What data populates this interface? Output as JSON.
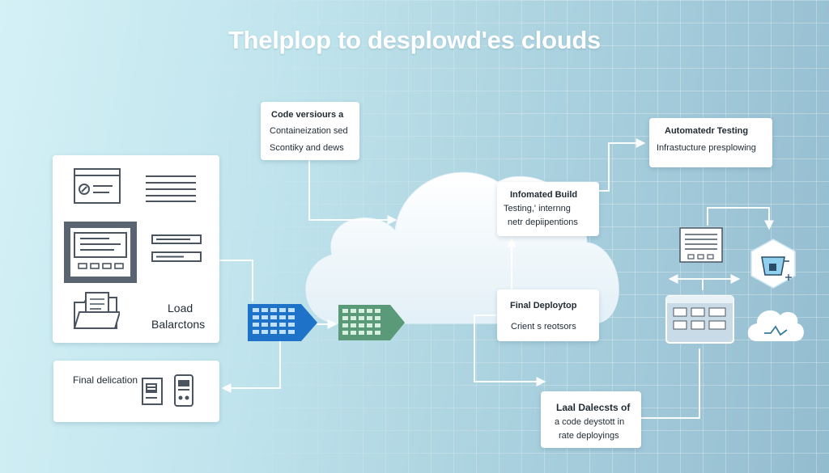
{
  "title": "Thelplop to desplowd'es clouds",
  "cards": {
    "code_versions": {
      "line1": "Code versiours a",
      "line2": "Containeization sed",
      "line3": "Scontiky and dews"
    },
    "automated_testing": {
      "line1": "Automatedr Testing",
      "line2": "Infrastucture presplowing"
    },
    "informated_build": {
      "line1": "Infomated Build",
      "line2": "Testing,' internng",
      "line3": "netr depiipentions"
    },
    "final_deployment": {
      "line1": "Final Deploytop",
      "line2": "Crient s reotsors"
    },
    "load_balancers": {
      "line1": "Load",
      "line2": "Balarctons"
    },
    "final_delication": {
      "line1": "Final delication"
    },
    "lead_defects": {
      "line1": "Laal Dalecsts of",
      "line2": "a code deystott in",
      "line3": "rate deployings"
    }
  },
  "colors": {
    "accent_blue": "#1e73c8",
    "accent_green": "#5a9a78",
    "cloud": "#f4f9fc",
    "connector": "#ffffff",
    "icon_stroke": "#4a5561",
    "card_bg": "#ffffff"
  },
  "icons": [
    "window-icon",
    "text-lines-icon",
    "monitor-icon",
    "form-bar-icon",
    "folder-documents-icon",
    "server-icon",
    "mobile-device-icon",
    "blue-server-rack-icon",
    "green-server-rack-icon",
    "document-icon",
    "hexagon-bucket-icon",
    "dashboard-window-icon",
    "cloud-chart-icon"
  ]
}
